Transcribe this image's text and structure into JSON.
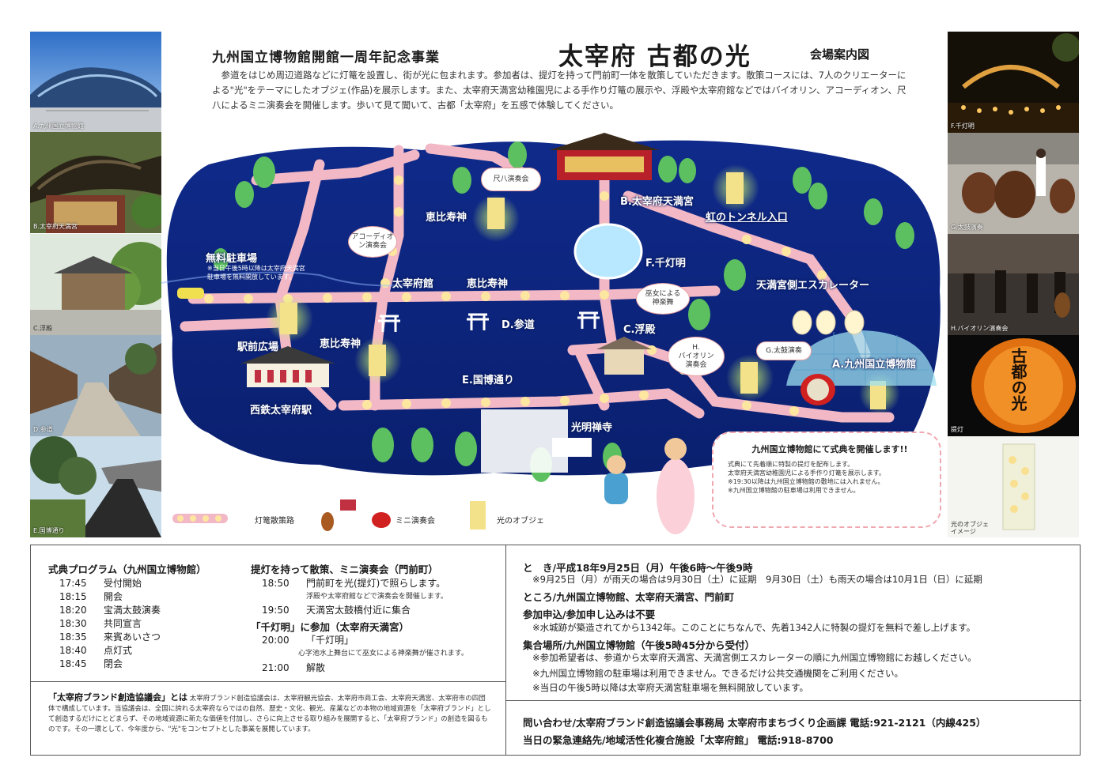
{
  "header": {
    "title_prefix": "九州国立博物館開館一周年記念事業",
    "title_main": "太宰府 古都の光",
    "title_suffix": "会場案内図",
    "intro": "　参道をはじめ周辺道路などに灯篭を設置し、街が光に包まれます。参加者は、提灯を持って門前町一体を散策していただきます。散策コースには、7人のクリエーターによる\"光\"をテーマにしたオブジェ(作品)を展示します。また、太宰府天満宮幼稚園児による手作り灯篭の展示や、浮殿や太宰府館などではバイオリン、アコーディオン、尺八によるミニ演奏会を開催します。歩いて見て聞いて、古都「太宰府」を五感で体験してください。"
  },
  "photos": {
    "left": [
      "A.九州国立博物館",
      "B.太宰府天満宮",
      "C.浮殿",
      "D.参道",
      "E.国博通り"
    ],
    "right": [
      "F.千灯明",
      "G.太鼓演奏",
      "H.バイオリン演奏会",
      "提灯",
      "光のオブジェ\nイメージ"
    ],
    "lantern_text": "古都の光"
  },
  "map": {
    "labels": {
      "parking": "無料駐車場",
      "parking_note": "※当日午後5時以降は太宰府天満宮\n駐車場を無料開放しています。",
      "shakuhachi": "尺八演奏会",
      "accordion": "アコーディオン演奏会",
      "ebisu1": "恵比寿神",
      "ebisu2": "恵比寿神",
      "ebisu3": "恵比寿神",
      "dazaifukan": "太宰府館",
      "ekimae": "駅前広場",
      "station": "西鉄太宰府駅",
      "sando": "D.参道",
      "kokuhaku": "E.国博通り",
      "tenmangu": "B.太宰府天満宮",
      "tunnel": "虹のトンネル入口",
      "sentomyo": "F.千灯明",
      "miko": "巫女による\n神楽舞",
      "ukidono": "C.浮殿",
      "violin": "H.\nバイオリン\n演奏会",
      "escalator": "天満宮側エスカレーター",
      "taiko": "G.太鼓演奏",
      "museum": "A.九州国立博物館",
      "komyozenji": "光明禅寺"
    },
    "notice": {
      "title": "九州国立博物館にて式典を開催します!!",
      "lines": [
        "式典にて先着順に特製の提灯を配布します。",
        "太宰府天満宮幼稚園児による手作り灯篭を展示します。",
        "※19:30以降は九州国立博物館の敷地には入れません。",
        "※九州国立博物館の駐車場は利用できません。"
      ]
    },
    "legend": {
      "route": "灯篭散策路",
      "concert": "ミニ演奏会",
      "objet": "光のオブジェ"
    }
  },
  "program": {
    "ceremony_title": "式典プログラム（九州国立博物館）",
    "ceremony": [
      {
        "time": "17:45",
        "event": "受付開始"
      },
      {
        "time": "18:15",
        "event": "開会"
      },
      {
        "time": "18:20",
        "event": "宝満太鼓演奏"
      },
      {
        "time": "18:30",
        "event": "共同宣言"
      },
      {
        "time": "18:35",
        "event": "来賓あいさつ"
      },
      {
        "time": "18:40",
        "event": "点灯式"
      },
      {
        "time": "18:45",
        "event": "閉会"
      }
    ],
    "walk_title": "提灯を持って散策、ミニ演奏会（門前町）",
    "walk": [
      {
        "time": "18:50",
        "event": "門前町を光(提灯)で照らします。",
        "note": "浮殿や太宰府館などで演奏会を開催します。"
      },
      {
        "time": "19:50",
        "event": "天満宮太鼓橋付近に集合",
        "note": ""
      }
    ],
    "sentomyo_title": "「千灯明」に参加（太宰府天満宮）",
    "sentomyo": [
      {
        "time": "20:00",
        "event": "「千灯明」",
        "note": "心字池水上舞台にて巫女による神楽舞が催されます。"
      },
      {
        "time": "21:00",
        "event": "解散",
        "note": ""
      }
    ]
  },
  "brand": {
    "title": "「太宰府ブランド創造協議会」とは",
    "text": "太宰府ブランド創造協議会は、太宰府観光協会、太宰府市商工会、太宰府天満宮、太宰府市の四団体で構成しています。当協議会は、全国に誇れる太宰府ならではの自然、歴史・文化、観光、産業などの本物の地域資源を「太宰府ブランド」として創造するだけにとどまらず、その地域資源に新たな価値を付加し、さらに向上させる取り組みを展開すると、「太宰府ブランド」の創造を図るものです。その一環として、今年度から、\"光\"をコンセプトとした事業を展開しています。"
  },
  "info": {
    "when": "と　き/平成18年9月25日（月）午後6時～午後9時",
    "when_note": "※9月25日（月）が雨天の場合は9月30日（土）に延期　9月30日（土）も雨天の場合は10月1日（日）に延期",
    "where": "ところ/九州国立博物館、太宰府天満宮、門前町",
    "apply": "参加申込/参加申し込みは不要",
    "apply_note": "※水城跡が築造されてから1342年。このことにちなんで、先着1342人に特製の提灯を無料で差し上げます。",
    "meet": "集合場所/九州国立博物館（午後5時45分から受付）",
    "meet_notes": [
      "※参加希望者は、参道から太宰府天満宮、天満宮側エスカレーターの順に九州国立博物館にお越しください。",
      "※九州国立博物館の駐車場は利用できません。できるだけ公共交通機関をご利用ください。",
      "※当日の午後5時以降は太宰府天満宮駐車場を無料開放しています。"
    ],
    "contact": "問い合わせ/太宰府ブランド創造協議会事務局 太宰府市まちづくり企画課 電話:921-2121（内線425）",
    "emergency": "当日の緊急連絡先/地域活性化複合施設「太宰府館」 電話:918-8700"
  }
}
